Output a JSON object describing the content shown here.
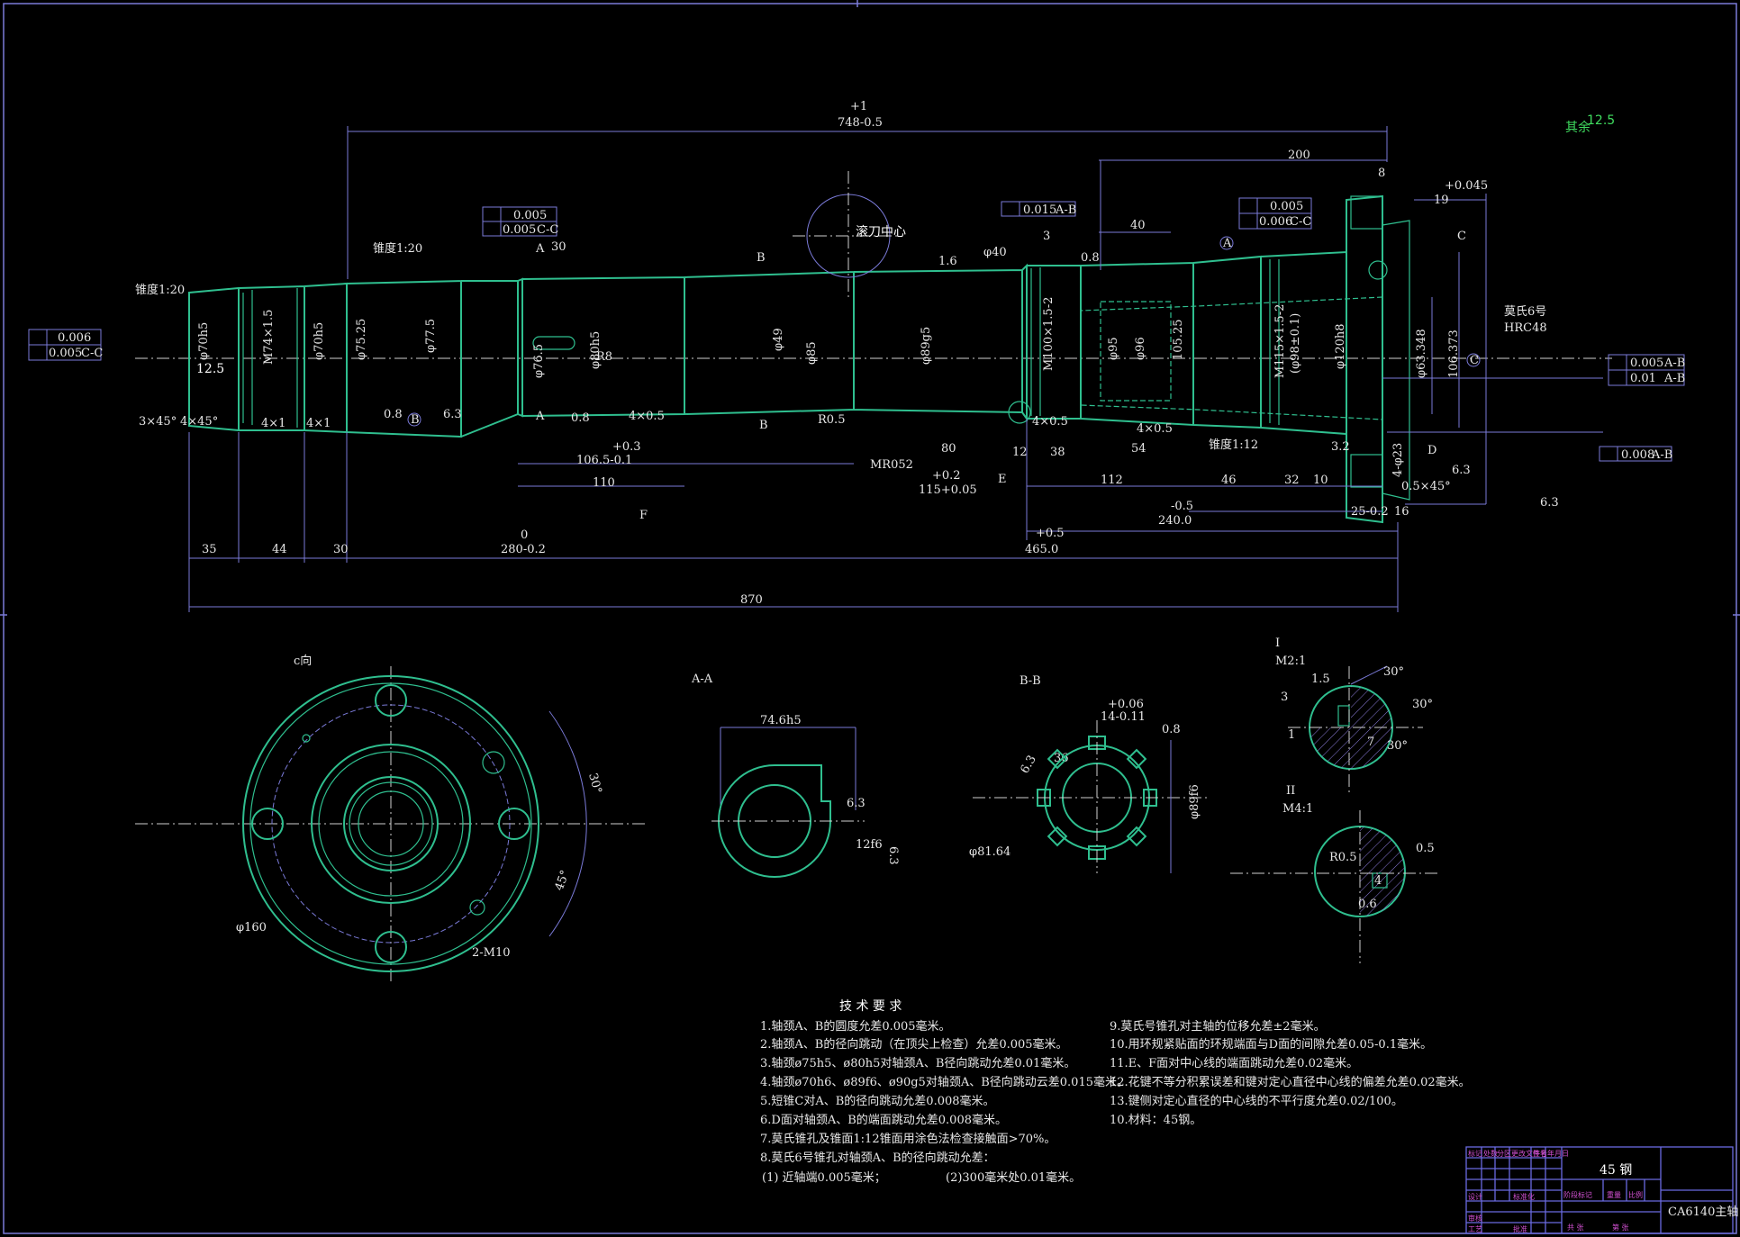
{
  "drawing": {
    "top_tolerance": "+1",
    "overall_top": "748-0.5",
    "roughness_other": "其余",
    "roughness_other_value": "12.5",
    "hob_center": "滚刀中心",
    "taper_left": "锥度1:20",
    "taper_left2": "锥度1:20",
    "taper_right": "锥度1:12",
    "morse": "莫氏6号",
    "hardness": "HRC48",
    "labels": {
      "A": "A",
      "B": "B",
      "C": "C",
      "D": "D",
      "E": "E",
      "F": "F",
      "circleA": "A",
      "circleB": "B",
      "circleC": "C"
    },
    "dims": {
      "d1": "M74×1.5",
      "d2": "φ70h5",
      "d3": "φ75.25",
      "d4": "φ77.5",
      "d5": "φ80h5",
      "d6": "φ85",
      "d7": "φ89g5",
      "d8": "M100×1.5-2",
      "d9": "φ95",
      "d10": "M115×1.5-2",
      "d11": "(φ98±0.1)",
      "d12": "φ120h8",
      "d13": "φ63.348",
      "d14": "φ76.5",
      "d15": "φ49",
      "d16": "φ96",
      "d17": "106.373",
      "d18": "105.25",
      "d19": "φ40",
      "l35": "35",
      "l44": "44",
      "l30": "30",
      "l280": "280-0.2",
      "l0": "0",
      "l870": "870",
      "l465": "465.0",
      "l465tol": "+0.5",
      "l240": "240.0",
      "l240tol": "-0.5",
      "l110": "110",
      "l106": "106.5-0.1",
      "l106tol": "+0.3",
      "l115": "115+0.05",
      "l115tol": "+0.2",
      "l80": "80",
      "l112": "112",
      "l46": "46",
      "l32": "32",
      "l10": "10",
      "l54": "54",
      "l38": "38",
      "l12": "12",
      "l40": "40",
      "l200": "200",
      "l8": "8",
      "l19": "19",
      "l19tol": "+0.045",
      "l16": "16",
      "l25": "25-0.2",
      "l3": "3",
      "l30b": "30",
      "r1": "12.5",
      "r2": "0.8",
      "r3": "6.3",
      "r4": "1.6",
      "r5": "3.2",
      "r6": "0.8",
      "ch1": "3×45°",
      "ch2": "4×45°",
      "ch3": "4×1",
      "ch4": "4×1",
      "ch5": "4×0.5",
      "ch6": "4×0.5",
      "ch7": "4×0.5",
      "ch8": "0.5×45°",
      "ch9": "R8",
      "ch10": "R0.5",
      "ch11": "MR052",
      "ch12": "4-φ23",
      "tolL1": "0.006",
      "tolL2": "0.005",
      "tolL2ref": "C-C",
      "tolT1": "0.005",
      "tolT2": "0.005",
      "tolT2ref": "C-C",
      "tolM1": "0.015",
      "tolM1ref": "A-B",
      "tolR1": "0.005",
      "tolR2": "0.006",
      "tolR2ref": "C-C",
      "tolRR1": "0.005",
      "tolRR1ref": "A-B",
      "tolRR2": "0.01",
      "tolRR2ref": "A-B",
      "tolRR3": "0.008",
      "tolRR3ref": "A-B"
    }
  },
  "views": {
    "c_view": "c向",
    "c_d160": "φ160",
    "c_m10": "2-M10",
    "c_ang1": "30°",
    "c_ang2": "45°",
    "aa": "A-A",
    "aa_w": "74.6h5",
    "aa_k1": "6.3",
    "aa_k2": "12f6",
    "aa_k3": "6.3",
    "bb": "B-B",
    "bb_w": "14-0.11",
    "bb_wt": "+0.06",
    "bb_d1": "φ81.64",
    "bb_d2": "φ89f6",
    "bb_r": "0.8",
    "bb_a": "36",
    "bb_s": "6.3",
    "dI": "I",
    "dI_scale": "M2:1",
    "dI_1": "1.5",
    "dI_2": "30°",
    "dI_3": "3",
    "dI_4": "1",
    "dI_5": "7",
    "dI_6": "30°",
    "dI_7": "30°",
    "dII": "II",
    "dII_scale": "M4:1",
    "dII_1": "R0.5",
    "dII_2": "0.5",
    "dII_3": "4",
    "dII_4": "0.6"
  },
  "tech": {
    "heading": "技 术 要 求",
    "left": [
      "1.轴颈A、B的圆度允差0.005毫米。",
      "2.轴颈A、B的径向跳动（在顶尖上检查）允差0.005毫米。",
      "3.轴颈ø75h5、ø80h5对轴颈A、B径向跳动允差0.01毫米。",
      "4.轴颈ø70h6、ø89f6、ø90g5对轴颈A、B径向跳动云差0.015毫米。",
      "5.短锥C对A、B的径向跳动允差0.008毫米。",
      "6.D面对轴颈A、B的端面跳动允差0.008毫米。",
      "7.莫氏锥孔及锥面1:12锥面用涂色法检查接触面>70%。",
      "8.莫氏6号锥孔对轴颈A、B的径向跳动允差："
    ],
    "sub1": "(1) 近轴端0.005毫米；",
    "sub2": "(2)300毫米处0.01毫米。",
    "right": [
      "9.莫氏号锥孔对主轴的位移允差±2毫米。",
      "10.用环规紧贴面的环规端面与D面的间隙允差0.05-0.1毫米。",
      "11.E、F面对中心线的端面跳动允差0.02毫米。",
      "12.花键不等分积累误差和键对定心直径中心线的偏差允差0.02毫米。",
      "13.键侧对定心直径的中心线的不平行度允差0.02/100。",
      "10.材料：45钢。"
    ]
  },
  "titleblock": {
    "material": "45 钢",
    "name": "CA6140主轴",
    "small_row1": [
      "标记",
      "处数",
      "分区",
      "更改文件号",
      "签名",
      "年月日"
    ],
    "small_row2": [
      "设计",
      "",
      "",
      "标准化",
      "",
      ""
    ],
    "small_row3": [
      "审核",
      "",
      "",
      "",
      "",
      ""
    ],
    "small_row4": [
      "工艺",
      "",
      "",
      "批准",
      "",
      ""
    ],
    "stage": "阶段标记",
    "weight": "重量",
    "scale": "比例",
    "sheet1": "共 张",
    "sheet2": "第 张"
  }
}
